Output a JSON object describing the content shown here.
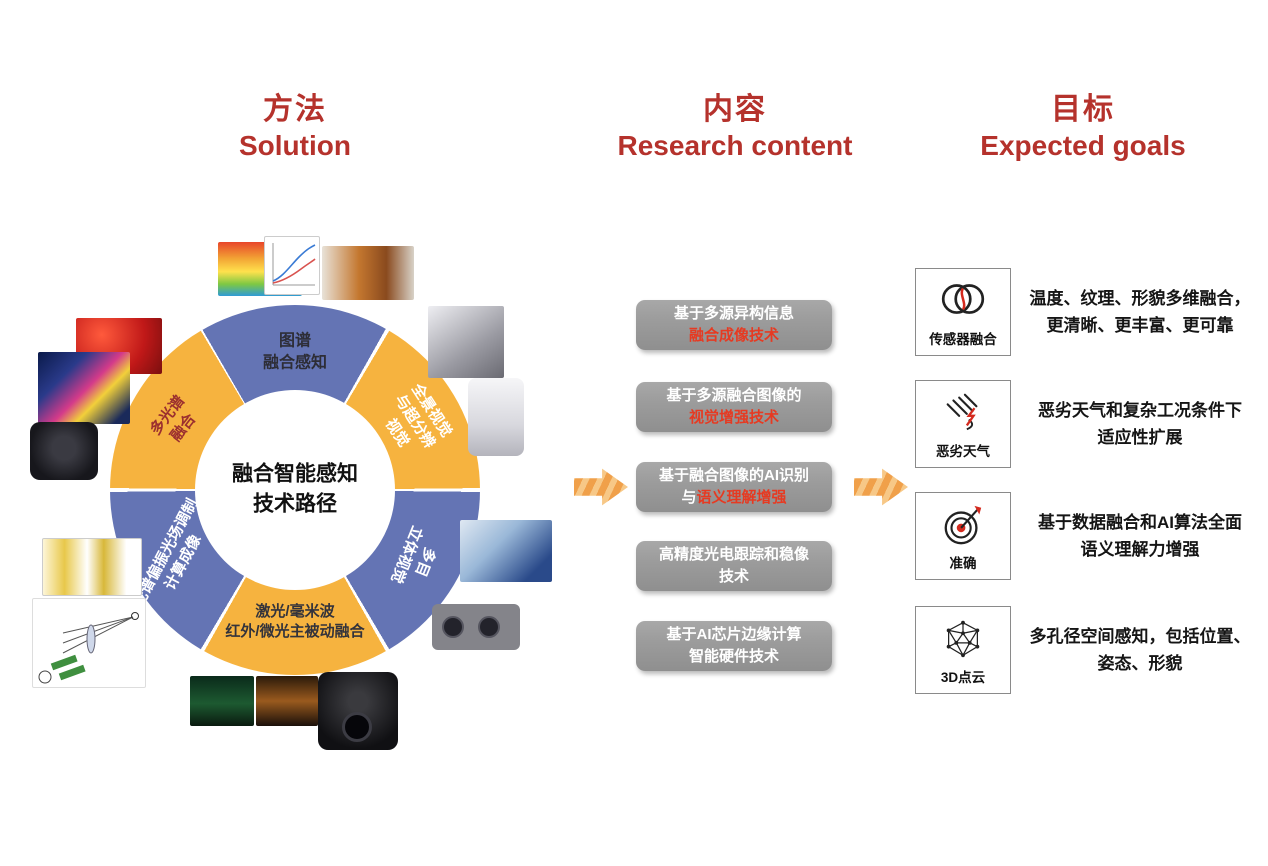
{
  "headers": {
    "solution": {
      "zh": "方法",
      "en": "Solution"
    },
    "research": {
      "zh": "内容",
      "en": "Research content"
    },
    "goals": {
      "zh": "目标",
      "en": "Expected goals"
    }
  },
  "donut": {
    "center": "融合智能感知\n技术路径",
    "segments": {
      "top": "图谱\n融合感知",
      "upper_right": "全景视觉\n与超分辨视觉",
      "right": "多目\n立体视觉",
      "bottom": "激光/毫米波\n红外/微光主被动融合",
      "lower_left": "光谱偏振光场调制\n计算成像",
      "upper_left": "多光谱\n融合"
    }
  },
  "research_boxes": [
    {
      "line1": "基于多源异构信息",
      "line2_white": "",
      "line2_red": "融合成像技术"
    },
    {
      "line1": "基于多源融合图像的",
      "line2_white": "",
      "line2_red": "视觉增强技术"
    },
    {
      "line1": "基于融合图像的AI识别",
      "line2_white": "与",
      "line2_red": "语义理解增强"
    },
    {
      "line1": "高精度光电跟踪和稳像",
      "line2_white": "技术",
      "line2_red": ""
    },
    {
      "line1": "基于AI芯片边缘计算",
      "line2_white": "智能硬件技术",
      "line2_red": ""
    }
  ],
  "goal_items": [
    {
      "icon": "sensor-fusion-icon",
      "label": "传感器融合",
      "desc": "温度、纹理、形貌多维融合，\n更清晰、更丰富、更可靠"
    },
    {
      "icon": "storm-icon",
      "label": "恶劣天气",
      "desc": "恶劣天气和复杂工况条件下\n适应性扩展"
    },
    {
      "icon": "target-icon",
      "label": "准确",
      "desc": "基于数据融合和AI算法全面\n语义理解力增强"
    },
    {
      "icon": "point-cloud-icon",
      "label": "3D点云",
      "desc": "多孔径空间感知，包括位置、\n姿态、形貌"
    }
  ],
  "colors": {
    "header_red": "#B5322C",
    "ring_yellow": "#F6B33F",
    "ring_blue": "#6474B4",
    "box_gray": "#9C9C9C",
    "box_red_text": "#E63A22",
    "arrow_orange": "#F0A04A"
  }
}
